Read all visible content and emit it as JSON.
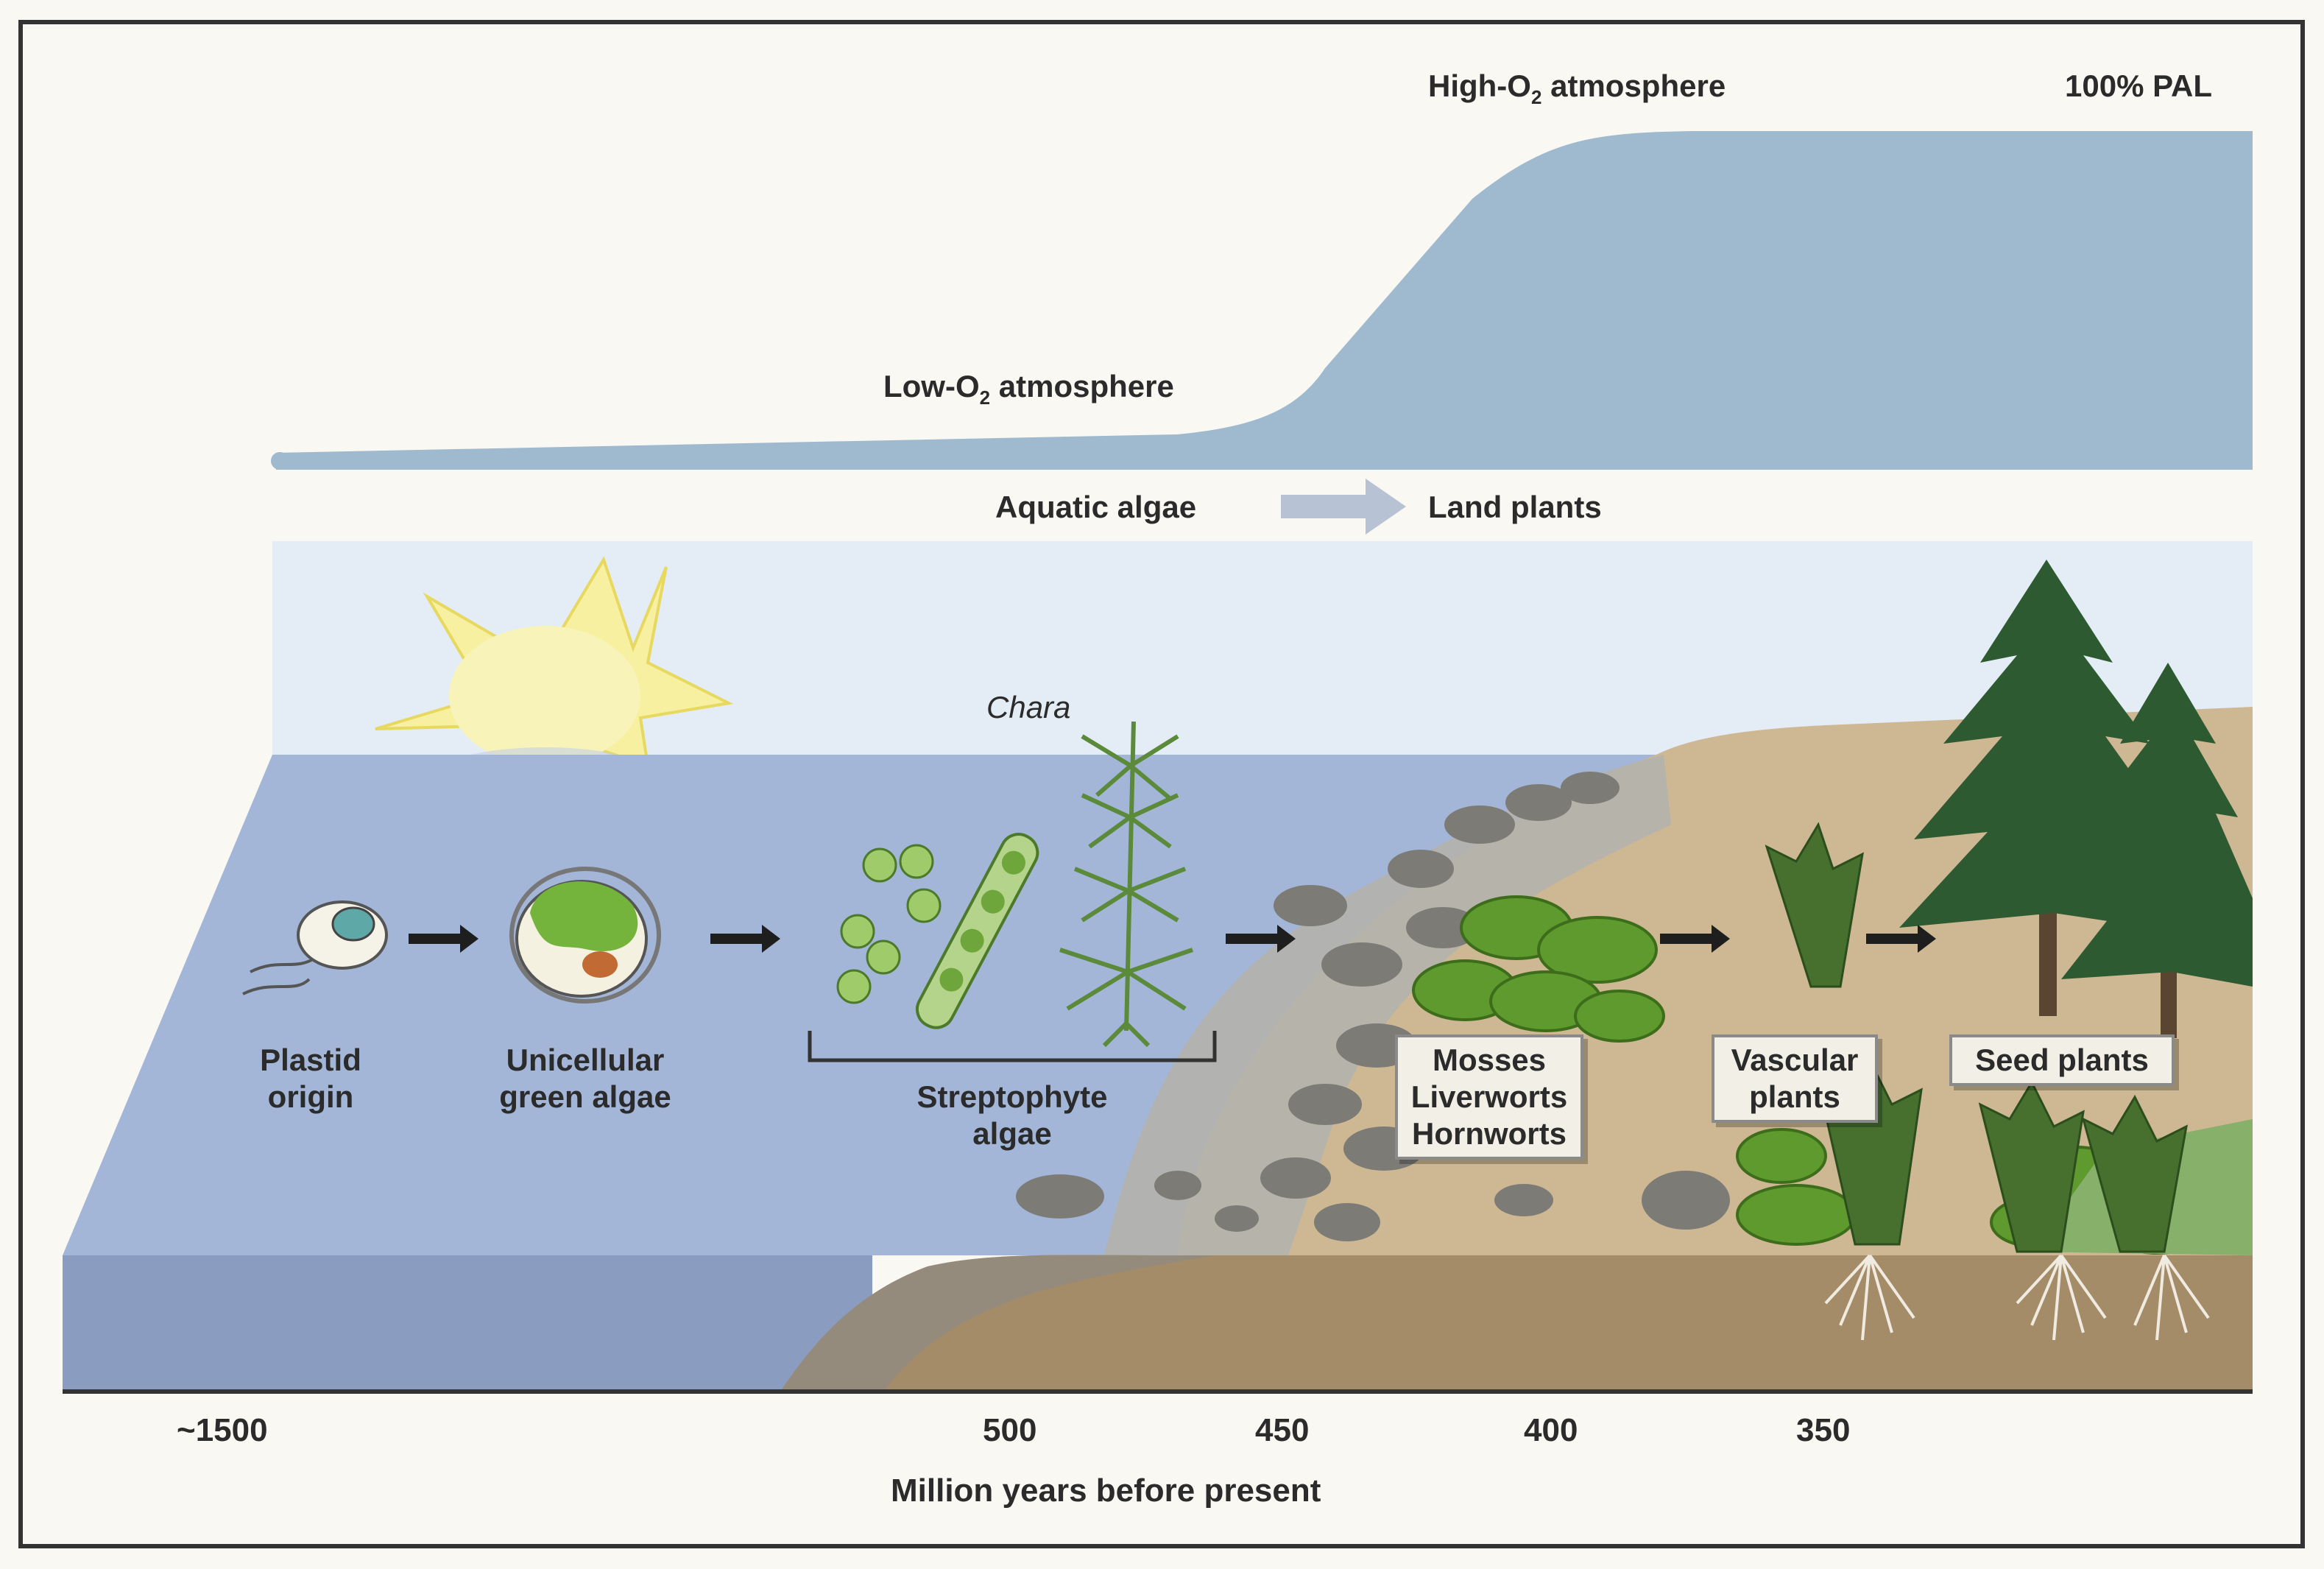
{
  "oxygen": {
    "high_label": "High-O",
    "high_sub": "2",
    "high_rest": " atmosphere",
    "low_label": "Low-O",
    "low_sub": "2",
    "low_rest": " atmosphere",
    "pal_label": "100% PAL"
  },
  "transition": {
    "from": "Aquatic algae",
    "to": "Land plants"
  },
  "organisms": {
    "chara": "Chara",
    "plastid_line1": "Plastid",
    "plastid_line2": "origin",
    "unicellular_line1": "Unicellular",
    "unicellular_line2": "green algae",
    "strepto_line1": "Streptophyte",
    "strepto_line2": "algae",
    "bryophytes_line1": "Mosses",
    "bryophytes_line2": "Liverworts",
    "bryophytes_line3": "Hornworts",
    "vascular_line1": "Vascular",
    "vascular_line2": "plants",
    "seed": "Seed plants"
  },
  "axis": {
    "ticks": [
      "~1500",
      "500",
      "450",
      "400",
      "350"
    ],
    "label": "Million years before present"
  },
  "colors": {
    "oxygen_fill": "#9fb9cf",
    "water": "#a3b6d7",
    "water_side": "#8a9dc0",
    "sky": "#e4ecf6",
    "land": "#cdb893",
    "soil": "#a48c68",
    "shallow": "#a9a9a9",
    "rock": "#7d7b76",
    "moss": "#5e9a2e",
    "tree": "#2e5a32",
    "sun": "#f4ee8e",
    "frame": "#333333"
  }
}
